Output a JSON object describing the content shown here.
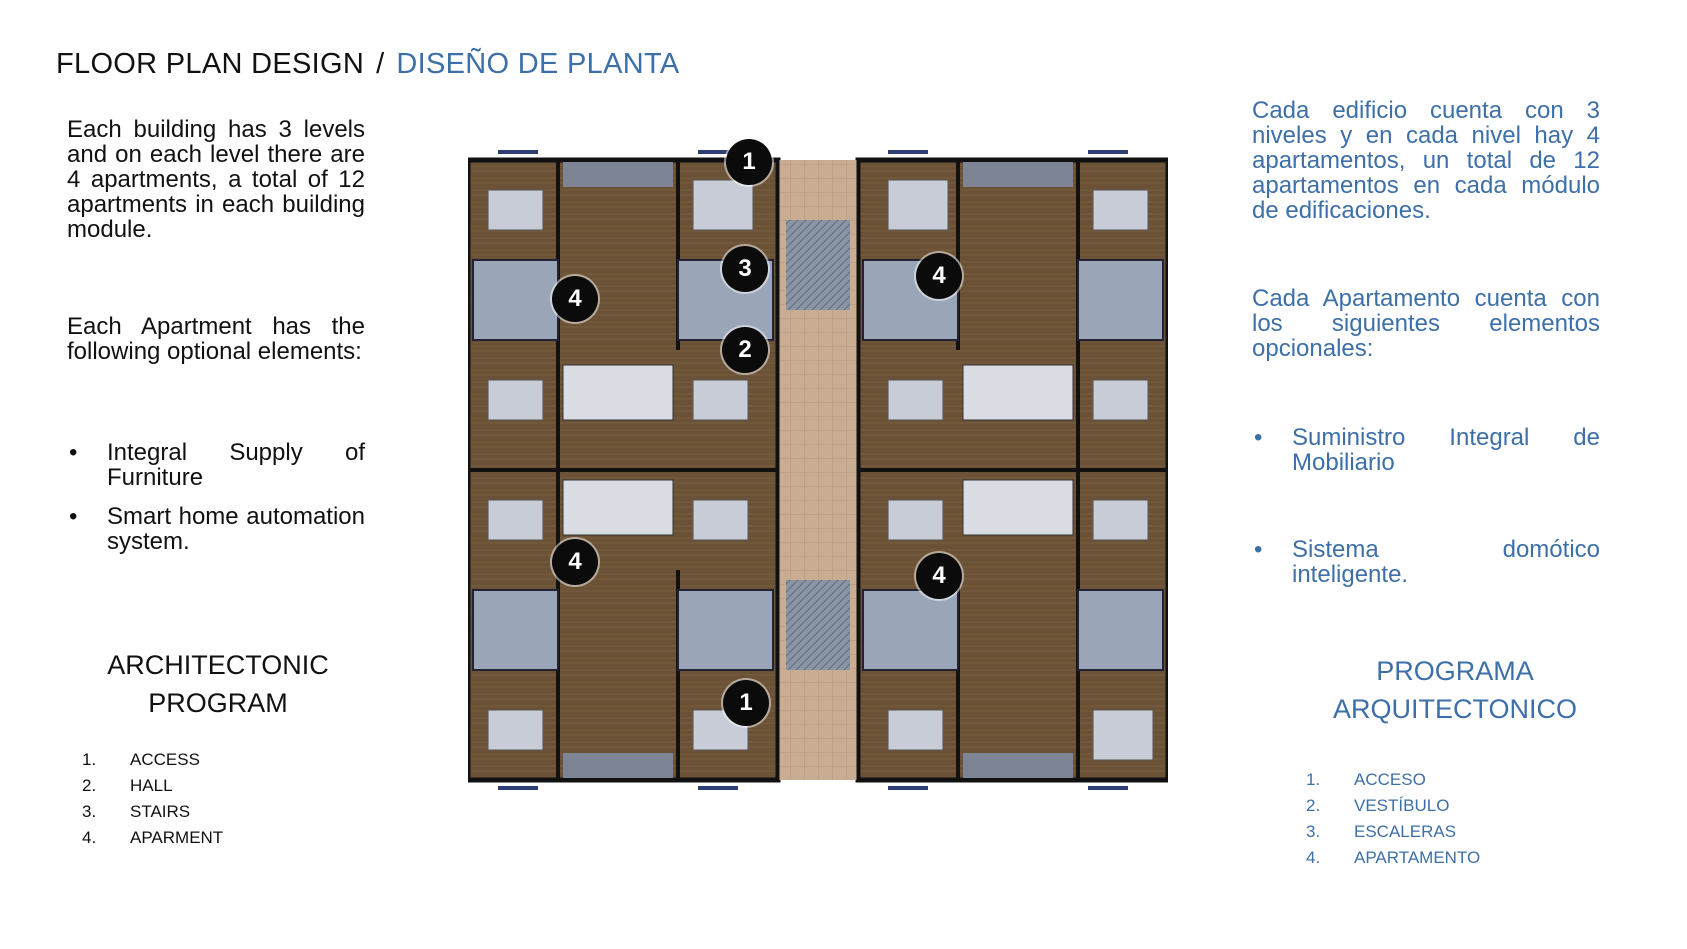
{
  "header": {
    "title_en": "FLOOR PLAN DESIGN",
    "separator": "/",
    "title_es": "DISEÑO DE PLANTA"
  },
  "left": {
    "intro": "Each building has 3 levels and on each level there are 4 apartments, a total of 12 apartments in each building module.",
    "options_intro": "Each Apartment has the following optional elements:",
    "bullets": [
      "Integral Supply of Furniture",
      "Smart home automation system."
    ],
    "program_title_1": "ARCHITECTONIC",
    "program_title_2": "PROGRAM",
    "program": [
      {
        "num": "1.",
        "label": "ACCESS"
      },
      {
        "num": "2.",
        "label": "HALL"
      },
      {
        "num": "3.",
        "label": "STAIRS"
      },
      {
        "num": "4.",
        "label": "APARMENT"
      }
    ]
  },
  "right": {
    "intro": "Cada edificio cuenta con 3 niveles y en cada nivel hay 4 apartamentos, un total de 12 apartamentos en cada módulo de edificaciones.",
    "options_intro": "Cada Apartamento cuenta con los siguientes elementos opcionales:",
    "bullets": [
      "Suministro Integral de Mobiliario",
      "Sistema domótico inteligente."
    ],
    "program_title_1": "PROGRAMA",
    "program_title_2": "ARQUITECTONICO",
    "program": [
      {
        "num": "1.",
        "label": "ACCESO"
      },
      {
        "num": "2.",
        "label": "VESTÍBULO"
      },
      {
        "num": "3.",
        "label": "ESCALERAS"
      },
      {
        "num": "4.",
        "label": "APARTAMENTO"
      }
    ]
  },
  "plan": {
    "markers": [
      "1",
      "3",
      "2",
      "4",
      "4",
      "4",
      "4",
      "1"
    ]
  },
  "colors": {
    "accent_blue": "#3d6fa8",
    "text": "#111111"
  }
}
